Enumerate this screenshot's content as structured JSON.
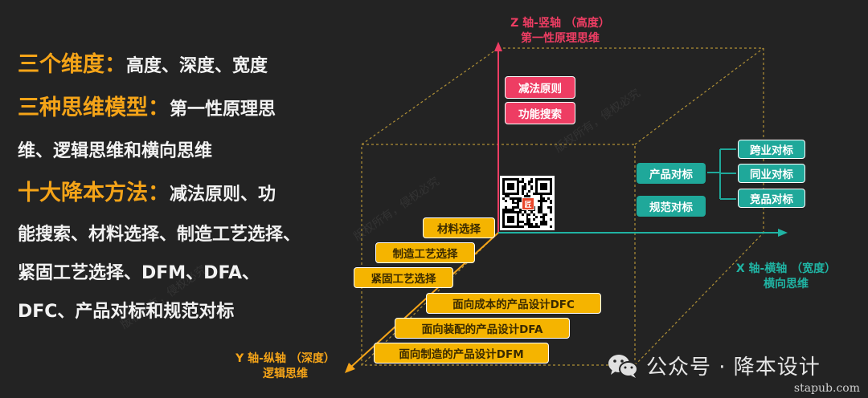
{
  "left_text": {
    "line1_highlight": "三个维度：",
    "line1_rest": "高度、深度、宽度",
    "line2_highlight": "三种思维模型：",
    "line2_rest": "第一性原理思",
    "line3": "维、逻辑思维和横向思维",
    "line4_highlight": "十大降本方法：",
    "line4_rest": "减法原则、功",
    "line5": "能搜索、材料选择、制造工艺选择、",
    "line6": "紧固工艺选择、DFM、DFA、",
    "line7": "DFC、产品对标和规范对标"
  },
  "axes": {
    "z_label": "Z 轴-竖轴 （高度）",
    "z_sub": "第一性原理思维",
    "x_label": "X 轴-横轴 （宽度）",
    "x_sub": "横向思维",
    "y_label": "Y 轴-纵轴 （深度）",
    "y_sub": "逻辑思维"
  },
  "z_tags": [
    "减法原则",
    "功能搜索"
  ],
  "x_tags": {
    "main": [
      "产品对标",
      "规范对标"
    ],
    "branches": [
      "跨业对标",
      "同业对标",
      "竞品对标"
    ]
  },
  "y_tags": [
    "材料选择",
    "制造工艺选择",
    "紧固工艺选择",
    "面向成本的产品设计DFC",
    "面向装配的产品设计DFA",
    "面向制造的产品设计DFM"
  ],
  "qr_logo": "匠",
  "footer": {
    "wechat": "公众号 · 降本设计",
    "site": "stapub.com"
  },
  "watermark": "版权所有，侵权必究",
  "colors": {
    "z": "#ee3d63",
    "x": "#20b3a3",
    "y": "#f5a418",
    "background": "#232323"
  }
}
